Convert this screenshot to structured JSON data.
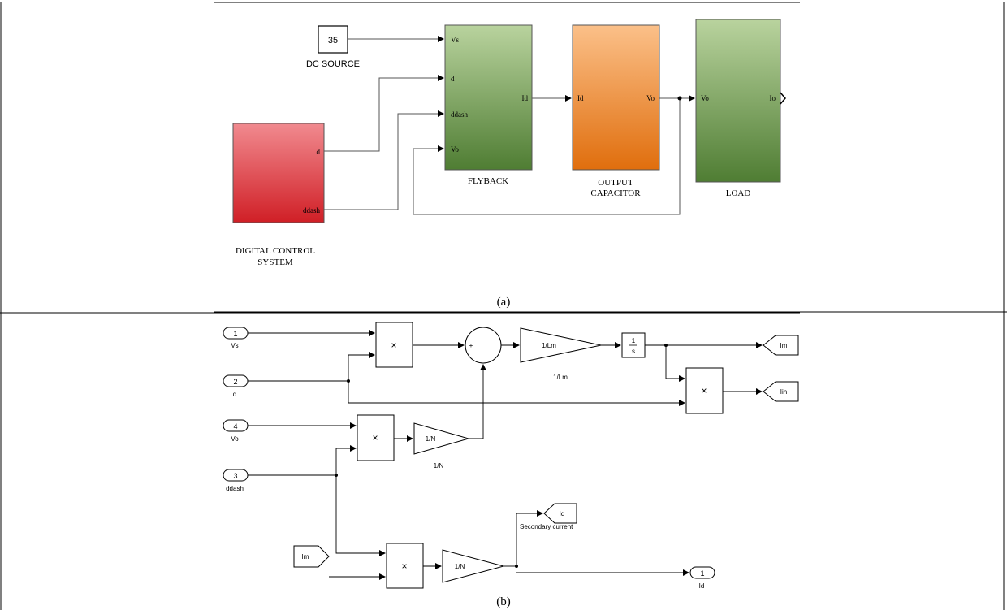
{
  "panel_a": {
    "caption": "(a)",
    "dc_source": {
      "value": "35",
      "label": "DC SOURCE"
    },
    "control": {
      "label_line1": "DIGITAL CONTROL",
      "label_line2": "SYSTEM",
      "port_d": "d",
      "port_ddash": "ddash",
      "color": "#d9262c"
    },
    "flyback": {
      "label": "FLYBACK",
      "in_vs": "Vs",
      "in_d": "d",
      "in_ddash": "ddash",
      "in_vo": "Vo",
      "out_id": "Id",
      "color": "#6e9a46"
    },
    "capacitor": {
      "label_line1": "OUTPUT",
      "label_line2": "CAPACITOR",
      "in_id": "Id",
      "out_vo": "Vo",
      "color": "#f08a1e"
    },
    "load": {
      "label": "LOAD",
      "in_vo": "Vo",
      "out_io": "Io",
      "color": "#6e9a46"
    }
  },
  "panel_b": {
    "caption": "(b)",
    "inports": [
      {
        "num": "1",
        "name": "Vs"
      },
      {
        "num": "2",
        "name": "d"
      },
      {
        "num": "4",
        "name": "Vo"
      },
      {
        "num": "3",
        "name": "ddash"
      }
    ],
    "product_symbol": "×",
    "sum_sign_plus": "+",
    "sum_sign_minus": "−",
    "gain_lm": {
      "text": "1/Lm",
      "label": "1/Lm"
    },
    "gain_n1": {
      "text": "1/N",
      "label": "1/N"
    },
    "gain_n2": {
      "text": "1/N"
    },
    "integrator": {
      "num": "1",
      "den": "s"
    },
    "goto_im": "Im",
    "goto_iin": "Iin",
    "goto_id": "Id",
    "from_im": "Im",
    "outport": {
      "num": "1",
      "name": "Id"
    },
    "secondary_label": "Secondary current"
  }
}
